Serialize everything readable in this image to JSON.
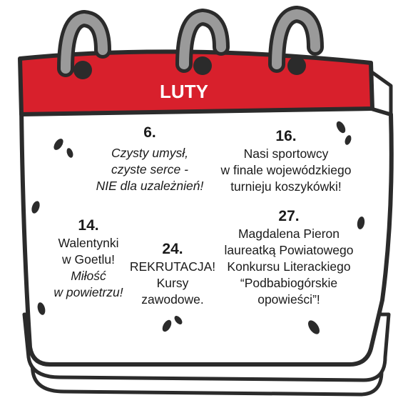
{
  "calendar": {
    "month": "LUTY",
    "colors": {
      "header_red": "#d8202c",
      "outline": "#2b2b2b",
      "ring_gray": "#9a9a9a",
      "paper": "#ffffff"
    },
    "events": [
      {
        "day": "6.",
        "lines": [
          {
            "text": "Czysty umysł,",
            "italic": true
          },
          {
            "text": "czyste serce -",
            "italic": true
          },
          {
            "text": "NIE dla uzależnień!",
            "italic": true
          }
        ]
      },
      {
        "day": "16.",
        "lines": [
          {
            "text": "Nasi sportowcy",
            "italic": false
          },
          {
            "text": "w finale wojewódzkiego",
            "italic": false
          },
          {
            "text": "turnieju koszykówki!",
            "italic": false
          }
        ]
      },
      {
        "day": "14.",
        "lines": [
          {
            "text": "Walentynki",
            "italic": false
          },
          {
            "text": "w Goetlu!",
            "italic": false
          },
          {
            "text": "Miłość",
            "italic": true
          },
          {
            "text": "w powietrzu!",
            "italic": true
          }
        ]
      },
      {
        "day": "24.",
        "lines": [
          {
            "text": "REKRUTACJA!",
            "italic": false
          },
          {
            "text": "Kursy",
            "italic": false
          },
          {
            "text": "zawodowe.",
            "italic": false
          }
        ]
      },
      {
        "day": "27.",
        "lines": [
          {
            "text": "Magdalena Pieron",
            "italic": false
          },
          {
            "text": "laureatką  Powiatowego",
            "italic": false
          },
          {
            "text": "Konkursu Literackiego",
            "italic": false
          },
          {
            "text": "“Podbabiogórskie",
            "italic": false
          },
          {
            "text": "opowieści”!",
            "italic": false
          }
        ]
      }
    ]
  }
}
